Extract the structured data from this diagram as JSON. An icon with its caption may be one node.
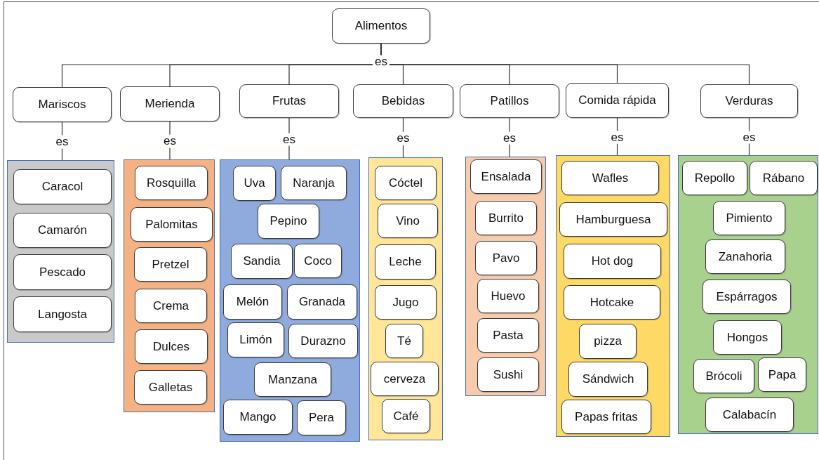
{
  "diagram": {
    "nodes": [
      {
        "text": [
          "Alimentos"
        ]
      },
      {
        "text": [
          "Mariscos"
        ]
      },
      {
        "text": [
          "Merienda"
        ]
      },
      {
        "text": [
          "Frutas"
        ]
      },
      {
        "text": [
          "Bebidas"
        ]
      },
      {
        "text": [
          "Patillos"
        ]
      },
      {
        "text": [
          "Comida rápida"
        ]
      },
      {
        "text": [
          "Verduras"
        ]
      },
      {
        "text": [],
        "shape": "box"
      },
      {
        "text": [
          "Caracol"
        ],
        "in": 8
      },
      {
        "text": [
          "Camarón"
        ],
        "in": 8
      },
      {
        "text": [
          "Pescado"
        ],
        "in": 8
      },
      {
        "text": [
          "Langosta"
        ],
        "in": 8
      },
      {
        "text": [],
        "shape": "box"
      },
      {
        "text": [
          "Rosquilla"
        ],
        "in": 13
      },
      {
        "text": [
          "Palomitas"
        ],
        "in": 13
      },
      {
        "text": [
          "Pretzel"
        ],
        "in": 13
      },
      {
        "text": [
          "Crema"
        ],
        "in": 13
      },
      {
        "text": [
          "Dulces"
        ],
        "in": 13
      },
      {
        "text": [
          "Galletas"
        ],
        "in": 13
      },
      {
        "text": [],
        "shape": "box"
      },
      {
        "text": [
          "Uva"
        ],
        "in": 20
      },
      {
        "text": [
          "Naranja"
        ],
        "in": 20
      },
      {
        "text": [
          "Pepino"
        ],
        "in": 20
      },
      {
        "text": [
          "Sandia"
        ],
        "in": 20
      },
      {
        "text": [
          "Coco"
        ],
        "in": 20
      },
      {
        "text": [
          "Melón"
        ],
        "in": 20
      },
      {
        "text": [
          "Granada"
        ],
        "in": 20
      },
      {
        "text": [
          "Limón"
        ],
        "in": 20
      },
      {
        "text": [
          "Durazno"
        ],
        "in": 20
      },
      {
        "text": [
          "Manzana"
        ],
        "in": 20
      },
      {
        "text": [
          "Mango"
        ],
        "in": 20
      },
      {
        "text": [
          "Pera"
        ],
        "in": 20
      },
      {
        "text": [],
        "shape": "box"
      },
      {
        "text": [
          "Cóctel"
        ],
        "in": 33
      },
      {
        "text": [
          "Vino"
        ],
        "in": 33
      },
      {
        "text": [
          "Leche"
        ],
        "in": 33
      },
      {
        "text": [
          "Jugo"
        ],
        "in": 33
      },
      {
        "text": [
          "Té"
        ],
        "in": 33
      },
      {
        "text": [
          "cerveza"
        ],
        "in": 33
      },
      {
        "text": [
          "Café"
        ],
        "in": 33
      },
      {
        "text": [],
        "shape": "box"
      },
      {
        "text": [
          "Ensalada"
        ],
        "in": 41
      },
      {
        "text": [
          "Burrito"
        ],
        "in": 41
      },
      {
        "text": [
          "Pavo"
        ],
        "in": 41
      },
      {
        "text": [
          "Huevo"
        ],
        "in": 41
      },
      {
        "text": [
          "Pasta"
        ],
        "in": 41
      },
      {
        "text": [
          "Sushi"
        ],
        "in": 41
      },
      {
        "text": [],
        "shape": "box"
      },
      {
        "text": [
          "Wafles"
        ],
        "in": 48
      },
      {
        "text": [
          "Hamburguesa"
        ],
        "in": 48
      },
      {
        "text": [
          "Hot dog"
        ],
        "in": 48
      },
      {
        "text": [
          "Hotcake"
        ],
        "in": 48
      },
      {
        "text": [
          "pizza"
        ],
        "in": 48
      },
      {
        "text": [
          "Sándwich"
        ],
        "in": 48
      },
      {
        "text": [
          "Papas fritas"
        ],
        "in": 48
      },
      {
        "text": [],
        "shape": "box"
      },
      {
        "text": [
          "Repollo"
        ],
        "in": 56
      },
      {
        "text": [
          "Rábano"
        ],
        "in": 56
      },
      {
        "text": [
          "Pimiento"
        ],
        "in": 56
      },
      {
        "text": [
          "Zanahoria"
        ],
        "in": 56
      },
      {
        "text": [
          "Espárragos"
        ],
        "in": 56
      },
      {
        "text": [
          "Hongos"
        ],
        "in": 56
      },
      {
        "text": [
          "Brócoli"
        ],
        "in": 56
      },
      {
        "text": [
          "Papa"
        ],
        "in": 56
      },
      {
        "text": [
          "Calabacín"
        ],
        "in": 56
      }
    ],
    "edges": [
      {
        "from": 0,
        "to": 1,
        "arrow": "none",
        "label": "es"
      },
      {
        "from": 0,
        "to": 2,
        "arrow": "none"
      },
      {
        "from": 0,
        "to": 3,
        "arrow": "none"
      },
      {
        "from": 0,
        "to": 4,
        "arrow": "none"
      },
      {
        "from": 0,
        "to": 5,
        "arrow": "none"
      },
      {
        "from": 0,
        "to": 6,
        "arrow": "none"
      },
      {
        "from": 0,
        "to": 7,
        "arrow": "none"
      },
      {
        "from": 1,
        "to": 8,
        "arrow": "none",
        "label": "es"
      },
      {
        "from": 2,
        "to": 13,
        "arrow": "none",
        "label": "es"
      },
      {
        "from": 3,
        "to": 20,
        "arrow": "none",
        "label": "es"
      },
      {
        "from": 4,
        "to": 33,
        "arrow": "none",
        "label": "es"
      },
      {
        "from": 5,
        "to": 41,
        "arrow": "none",
        "label": "es"
      },
      {
        "from": 6,
        "to": 48,
        "arrow": "none",
        "label": "es"
      },
      {
        "from": 7,
        "to": 56,
        "arrow": "none",
        "label": "es"
      }
    ]
  }
}
